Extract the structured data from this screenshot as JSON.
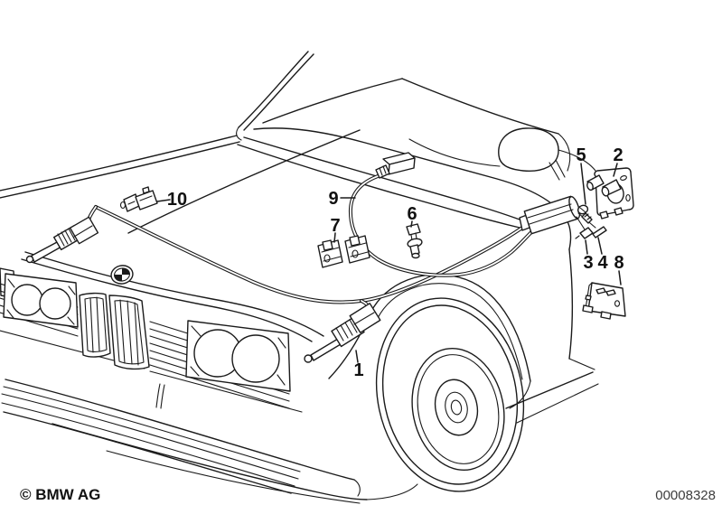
{
  "diagram": {
    "background": "#ffffff",
    "line_color": "#1b1b1b"
  },
  "callouts": [
    {
      "label": "1"
    },
    {
      "label": "2"
    },
    {
      "label": "3"
    },
    {
      "label": "4"
    },
    {
      "label": "5"
    },
    {
      "label": "6"
    },
    {
      "label": "7"
    },
    {
      "label": "8"
    },
    {
      "label": "9"
    },
    {
      "label": "10"
    }
  ],
  "footer": {
    "copyright": "© BMW AG",
    "image_number": "00008328"
  }
}
